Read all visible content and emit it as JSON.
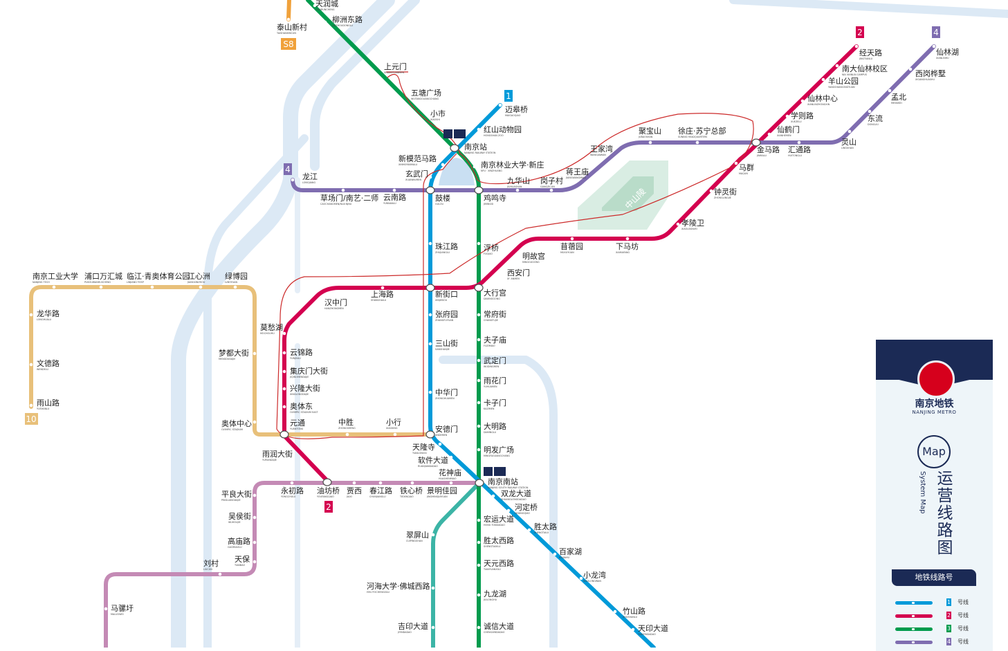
{
  "colors": {
    "line1": "#009ad9",
    "line2": "#d4004f",
    "line3": "#009b4d",
    "line4": "#7f6db0",
    "line10": "#e8c07a",
    "lineS8": "#f0a13b",
    "lineS1": "#3cb4a6",
    "lineS3": "#c48ab5",
    "river": "#dce9f5",
    "annotation": "#cc2a2a"
  },
  "line_badges": {
    "l1": "1",
    "l2_top": "2",
    "l2_bottom": "2",
    "l4_left": "4",
    "l4_top": "4",
    "l10": "10",
    "s8": "S8"
  },
  "park_label": "中山陵",
  "stations": [
    {
      "id": "tianrun",
      "cn": "天润城",
      "py": "TIANRUNCHENG"
    },
    {
      "id": "taishan",
      "cn": "泰山新村",
      "py": "TAISHANXINCUN"
    },
    {
      "id": "liuzhoudonglu",
      "cn": "柳洲东路",
      "py": "LIUZHOUDONGLU"
    },
    {
      "id": "shangyuanmen",
      "cn": "上元门",
      "py": "SHANGYUANMEN"
    },
    {
      "id": "wutang",
      "cn": "五塘广场",
      "py": "WUTANGGUANGCHANG"
    },
    {
      "id": "xiaoshi",
      "cn": "小市",
      "py": "XIAOSHI"
    },
    {
      "id": "maigaoqiao",
      "cn": "迈皋桥",
      "py": "MAIGAOQIAO"
    },
    {
      "id": "hongshan",
      "cn": "红山动物园",
      "py": "HONGSHAN ZOO"
    },
    {
      "id": "nanjingzhan",
      "cn": "南京站",
      "py": "NANJING RAILWAY STATION"
    },
    {
      "id": "xinmofan",
      "cn": "新模范马路",
      "py": "XINMOFANMALU"
    },
    {
      "id": "linye",
      "cn": "南京林业大学·新庄",
      "py": "NFU · XINZHUANG"
    },
    {
      "id": "xuanwumen",
      "cn": "玄武门",
      "py": "XUANWUMEN"
    },
    {
      "id": "longjiang",
      "cn": "龙江",
      "py": "LONGJIANG"
    },
    {
      "id": "caochangmen",
      "cn": "草场门/南艺·二师",
      "py": "CAOCHANGMEN/NUA·NJNU"
    },
    {
      "id": "yunnanlu",
      "cn": "云南路",
      "py": "YUNNANLU"
    },
    {
      "id": "gulou",
      "cn": "鼓楼",
      "py": "GULOU"
    },
    {
      "id": "jimingsi",
      "cn": "鸡鸣寺",
      "py": "JIMINGSI"
    },
    {
      "id": "jiuhuashan",
      "cn": "九华山",
      "py": "JIUHUASHAN"
    },
    {
      "id": "gangzicun",
      "cn": "岗子村",
      "py": "GANGZICUN"
    },
    {
      "id": "jiangwangmiao",
      "cn": "蒋王庙",
      "py": "JIANGWANGMIAO"
    },
    {
      "id": "wangjiawan",
      "cn": "王家湾",
      "py": "WANGJIAWAN"
    },
    {
      "id": "jubaoshan",
      "cn": "聚宝山",
      "py": "JUBAOSHAN"
    },
    {
      "id": "xuzhuang",
      "cn": "徐庄·苏宁总部",
      "py": "SUNING HEADQUARTERS"
    },
    {
      "id": "jinmalu",
      "cn": "金马路",
      "py": "JINMALU"
    },
    {
      "id": "huitonglu",
      "cn": "汇通路",
      "py": "HUITONGLU"
    },
    {
      "id": "lingshan",
      "cn": "灵山",
      "py": "LINGSHAN"
    },
    {
      "id": "dongliu",
      "cn": "东流",
      "py": "DONGLIU"
    },
    {
      "id": "mengbei",
      "cn": "孟北",
      "py": "MENGBEI"
    },
    {
      "id": "xigangyes",
      "cn": "西岗桦墅",
      "py": "XIGANGHUASHU"
    },
    {
      "id": "xianlinhu",
      "cn": "仙林湖",
      "py": "XIANLINHU"
    },
    {
      "id": "jingtianlu",
      "cn": "经天路",
      "py": "JINGTIANLU"
    },
    {
      "id": "nandaxianlin",
      "cn": "南大仙林校区",
      "py": "NJU XIANLIN CAMPUS"
    },
    {
      "id": "yangshan",
      "cn": "羊山公园",
      "py": "YANGSHANGONGYUAN"
    },
    {
      "id": "xianlinzhongxin",
      "cn": "仙林中心",
      "py": "XIANLINZHONGXIN"
    },
    {
      "id": "xuezelu",
      "cn": "学则路",
      "py": "XUEZELU"
    },
    {
      "id": "xianhemen",
      "cn": "仙鹤门",
      "py": "XIANHEMEN"
    },
    {
      "id": "maqun",
      "cn": "马群",
      "py": "MAQUN"
    },
    {
      "id": "zhonglingjie",
      "cn": "钟灵街",
      "py": "ZHONGLINGJIE"
    },
    {
      "id": "xiaolingwei",
      "cn": "孝陵卫",
      "py": "XIAOLINGWEI"
    },
    {
      "id": "xiamafang",
      "cn": "下马坊",
      "py": "XIAMAFANG"
    },
    {
      "id": "muxuyuan",
      "cn": "苜蓿园",
      "py": "MUXUYUAN"
    },
    {
      "id": "minggugong",
      "cn": "明故宫",
      "py": "MINGGUGONG"
    },
    {
      "id": "xianmen",
      "cn": "西安门",
      "py": "XI' ANMEN"
    },
    {
      "id": "fuqiao",
      "cn": "浮桥",
      "py": "FUQIAO"
    },
    {
      "id": "zhujianglu",
      "cn": "珠江路",
      "py": "ZHUJIANGLU"
    },
    {
      "id": "daxinggong",
      "cn": "大行宫",
      "py": "DAXINGGONG"
    },
    {
      "id": "xinjiekou",
      "cn": "新街口",
      "py": "XINJIEKOU"
    },
    {
      "id": "shanghailu",
      "cn": "上海路",
      "py": "SHANGHAILU"
    },
    {
      "id": "hanzhongmen",
      "cn": "汉中门",
      "py": "HANZHONGMEN"
    },
    {
      "id": "mochouhu",
      "cn": "莫愁湖",
      "py": "MOCHOUHU"
    },
    {
      "id": "changfujie",
      "cn": "常府街",
      "py": "CHANGFUJIE"
    },
    {
      "id": "zhangfuyuan",
      "cn": "张府园",
      "py": "ZHANGFUYUAN"
    },
    {
      "id": "fuzimiao",
      "cn": "夫子庙",
      "py": "FUZIMIAO"
    },
    {
      "id": "sanshanjie",
      "cn": "三山街",
      "py": "SANSHANJIE"
    },
    {
      "id": "wudingmen",
      "cn": "武定门",
      "py": "WUDINGMEN"
    },
    {
      "id": "yuhuamen",
      "cn": "雨花门",
      "py": "YUHUAMEN"
    },
    {
      "id": "zhonghuamen",
      "cn": "中华门",
      "py": "ZHONGHUAMEN"
    },
    {
      "id": "kazimen",
      "cn": "卡子门",
      "py": "KAZIMEN"
    },
    {
      "id": "daminglu",
      "cn": "大明路",
      "py": "DAMINGLU"
    },
    {
      "id": "andemen",
      "cn": "安德门",
      "py": "ANDEMEN"
    },
    {
      "id": "mingfa",
      "cn": "明发广场",
      "py": "MINGFAGUANGCHANG"
    },
    {
      "id": "tianlongsi",
      "cn": "天隆寺",
      "py": "TIANLONGSI"
    },
    {
      "id": "ruanjian",
      "cn": "软件大道",
      "py": "RUANJIANDADAO"
    },
    {
      "id": "huashenmiao",
      "cn": "花神庙",
      "py": "HUASHENMIAO"
    },
    {
      "id": "nanjingnan",
      "cn": "南京南站",
      "py": "NANJING SOUTH RAILWAY STATION"
    },
    {
      "id": "shuanglong",
      "cn": "双龙大道",
      "py": "SHUANGLONGDADAO"
    },
    {
      "id": "hedingqiao",
      "cn": "河定桥",
      "py": "HEDINGQIAO"
    },
    {
      "id": "shengtailu",
      "cn": "胜太路",
      "py": "SHENGTAILU"
    },
    {
      "id": "baijiahu",
      "cn": "百家湖",
      "py": "BAIJIAHU"
    },
    {
      "id": "xiaolongwan",
      "cn": "小龙湾",
      "py": "XIAOLONGWAN"
    },
    {
      "id": "zhushanlu",
      "cn": "竹山路",
      "py": "ZHUSHANLU"
    },
    {
      "id": "tianyin",
      "cn": "天印大道",
      "py": "TIANYINDADAO"
    },
    {
      "id": "hongyun",
      "cn": "宏运大道",
      "py": "HONG YUNDADAO"
    },
    {
      "id": "shengtaixilu",
      "cn": "胜太西路",
      "py": "SHENGTAIXILU"
    },
    {
      "id": "tianyuanxilu",
      "cn": "天元西路",
      "py": "TIANYUANXILU"
    },
    {
      "id": "jiulonghu",
      "cn": "九龙湖",
      "py": "JIULONGHU"
    },
    {
      "id": "chengxin",
      "cn": "诚信大道",
      "py": "CHENGXINDADAO"
    },
    {
      "id": "cuipingshan",
      "cn": "翠屏山",
      "py": "CUIPINGSHAN"
    },
    {
      "id": "hohai",
      "cn": "河海大学·佛城西路",
      "py": "HHU·FOCHENGXILU"
    },
    {
      "id": "jiyin",
      "cn": "吉印大道",
      "py": "JIYINDADAO"
    },
    {
      "id": "jingming",
      "cn": "景明佳园",
      "py": "JINGMINGJIAYUAN"
    },
    {
      "id": "tiexinqiao",
      "cn": "铁心桥",
      "py": "TIEXINQIAO"
    },
    {
      "id": "chunjianglu",
      "cn": "春江路",
      "py": "CHUNJIANGLU"
    },
    {
      "id": "jiaxi",
      "cn": "贾西",
      "py": "JIAXI"
    },
    {
      "id": "youfangqiao",
      "cn": "油坊桥",
      "py": "YOUFANGQIAO"
    },
    {
      "id": "yongchulu",
      "cn": "永初路",
      "py": "YONGCHULU"
    },
    {
      "id": "yuhuadajie",
      "cn": "雨润大街",
      "py": "YURUNDAJIE"
    },
    {
      "id": "yuantong",
      "cn": "元通",
      "py": "YUANTONG"
    },
    {
      "id": "zhongsheng",
      "cn": "中胜",
      "py": "ZHONGSHENG"
    },
    {
      "id": "xiaoxing",
      "cn": "小行",
      "py": "XIAOXING"
    },
    {
      "id": "yunjinlu",
      "cn": "云锦路",
      "py": "YUNJINLU"
    },
    {
      "id": "jiqingmen",
      "cn": "集庆门大街",
      "py": "JIQINGMENDAJIE"
    },
    {
      "id": "xinglong",
      "cn": "兴隆大街",
      "py": "XINGLONGDAJIE"
    },
    {
      "id": "aotidong",
      "cn": "奥体东",
      "py": "OLYMPIC STADIUM EAST"
    },
    {
      "id": "mengdu",
      "cn": "梦都大街",
      "py": "MENGDUDAJIE"
    },
    {
      "id": "aotizhongxin",
      "cn": "奥体中心",
      "py": "OLYMPIC STADIUM"
    },
    {
      "id": "lvboyuan",
      "cn": "绿博园",
      "py": "LVBOYUAN"
    },
    {
      "id": "jiangxinzhou",
      "cn": "江心洲",
      "py": "JIANGXINZHOU"
    },
    {
      "id": "linjiang",
      "cn": "临江·青奥体育公园",
      "py": "LINJIANG·YOSP"
    },
    {
      "id": "pukou",
      "cn": "浦口万汇城",
      "py": "PUKOUWANHUICHENG"
    },
    {
      "id": "njtech",
      "cn": "南京工业大学",
      "py": "NANJING TECH"
    },
    {
      "id": "longhualu",
      "cn": "龙华路",
      "py": "LONGHUALU"
    },
    {
      "id": "wendelu",
      "cn": "文德路",
      "py": "WENDELU"
    },
    {
      "id": "yushanlu",
      "cn": "雨山路",
      "py": "YUSHANLU"
    },
    {
      "id": "pingliang",
      "cn": "平良大街",
      "py": "PINGLIANGDAJIE"
    },
    {
      "id": "wuhoujie",
      "cn": "吴侯街",
      "py": "WUHOUJIE"
    },
    {
      "id": "gaomiaolu",
      "cn": "高庙路",
      "py": "GAOMIAOLU"
    },
    {
      "id": "tianbao",
      "cn": "天保",
      "py": "TIANBAO"
    },
    {
      "id": "liucun",
      "cn": "刘村",
      "py": "LIUCUN"
    },
    {
      "id": "malinsh",
      "cn": "马骡圩",
      "py": "MALUOWEI"
    }
  ],
  "legend": {
    "brand_cn": "南京地铁",
    "brand_en": "NANJING METRO",
    "map_word": "Map",
    "title_cn": "运营线路图",
    "title_en": "System Map",
    "lines_button": "地铁线路号",
    "rows": [
      {
        "num": "1",
        "text": "号线",
        "color": "#009ad9"
      },
      {
        "num": "2",
        "text": "号线",
        "color": "#d4004f"
      },
      {
        "num": "3",
        "text": "号线",
        "color": "#009b4d"
      },
      {
        "num": "4",
        "text": "号线",
        "color": "#7f6db0"
      }
    ]
  }
}
